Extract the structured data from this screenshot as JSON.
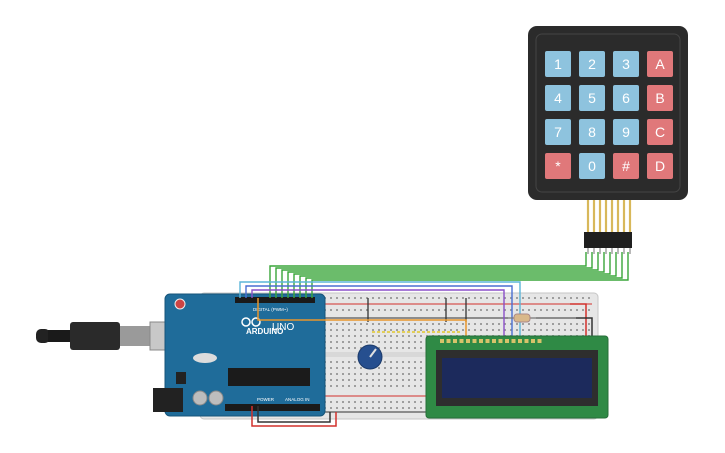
{
  "keypad": {
    "keys": [
      {
        "label": "1",
        "kind": "digit"
      },
      {
        "label": "2",
        "kind": "digit"
      },
      {
        "label": "3",
        "kind": "digit"
      },
      {
        "label": "A",
        "kind": "letter"
      },
      {
        "label": "4",
        "kind": "digit"
      },
      {
        "label": "5",
        "kind": "digit"
      },
      {
        "label": "6",
        "kind": "digit"
      },
      {
        "label": "B",
        "kind": "letter"
      },
      {
        "label": "7",
        "kind": "digit"
      },
      {
        "label": "8",
        "kind": "digit"
      },
      {
        "label": "9",
        "kind": "digit"
      },
      {
        "label": "C",
        "kind": "letter"
      },
      {
        "label": "*",
        "kind": "letter"
      },
      {
        "label": "0",
        "kind": "digit"
      },
      {
        "label": "#",
        "kind": "letter"
      },
      {
        "label": "D",
        "kind": "letter"
      }
    ],
    "colors": {
      "body": "#2b2b2b",
      "digit": "#8ec3de",
      "letter": "#e0787a",
      "text": "#ffffff"
    }
  },
  "arduino": {
    "brand": "ARDUINO",
    "model": "UNO",
    "header_digital": "DIGITAL (PWM~)",
    "header_power": "POWER",
    "header_analog": "ANALOG IN",
    "board_color": "#1f6c9a"
  },
  "colors": {
    "wire_green": "#3aa63a",
    "wire_red": "#d2302c",
    "wire_black": "#333333",
    "wire_orange": "#e8952b",
    "wire_yellow": "#e2c72a",
    "wire_blue": "#4a6fd2",
    "wire_purple": "#8a4fc8",
    "wire_cyan": "#5cb5d8",
    "breadboard": "#e6e6e6",
    "lcd_pcb": "#2f8a45",
    "lcd_screen": "#1c2a5c",
    "pot_knob": "#264f8f"
  }
}
